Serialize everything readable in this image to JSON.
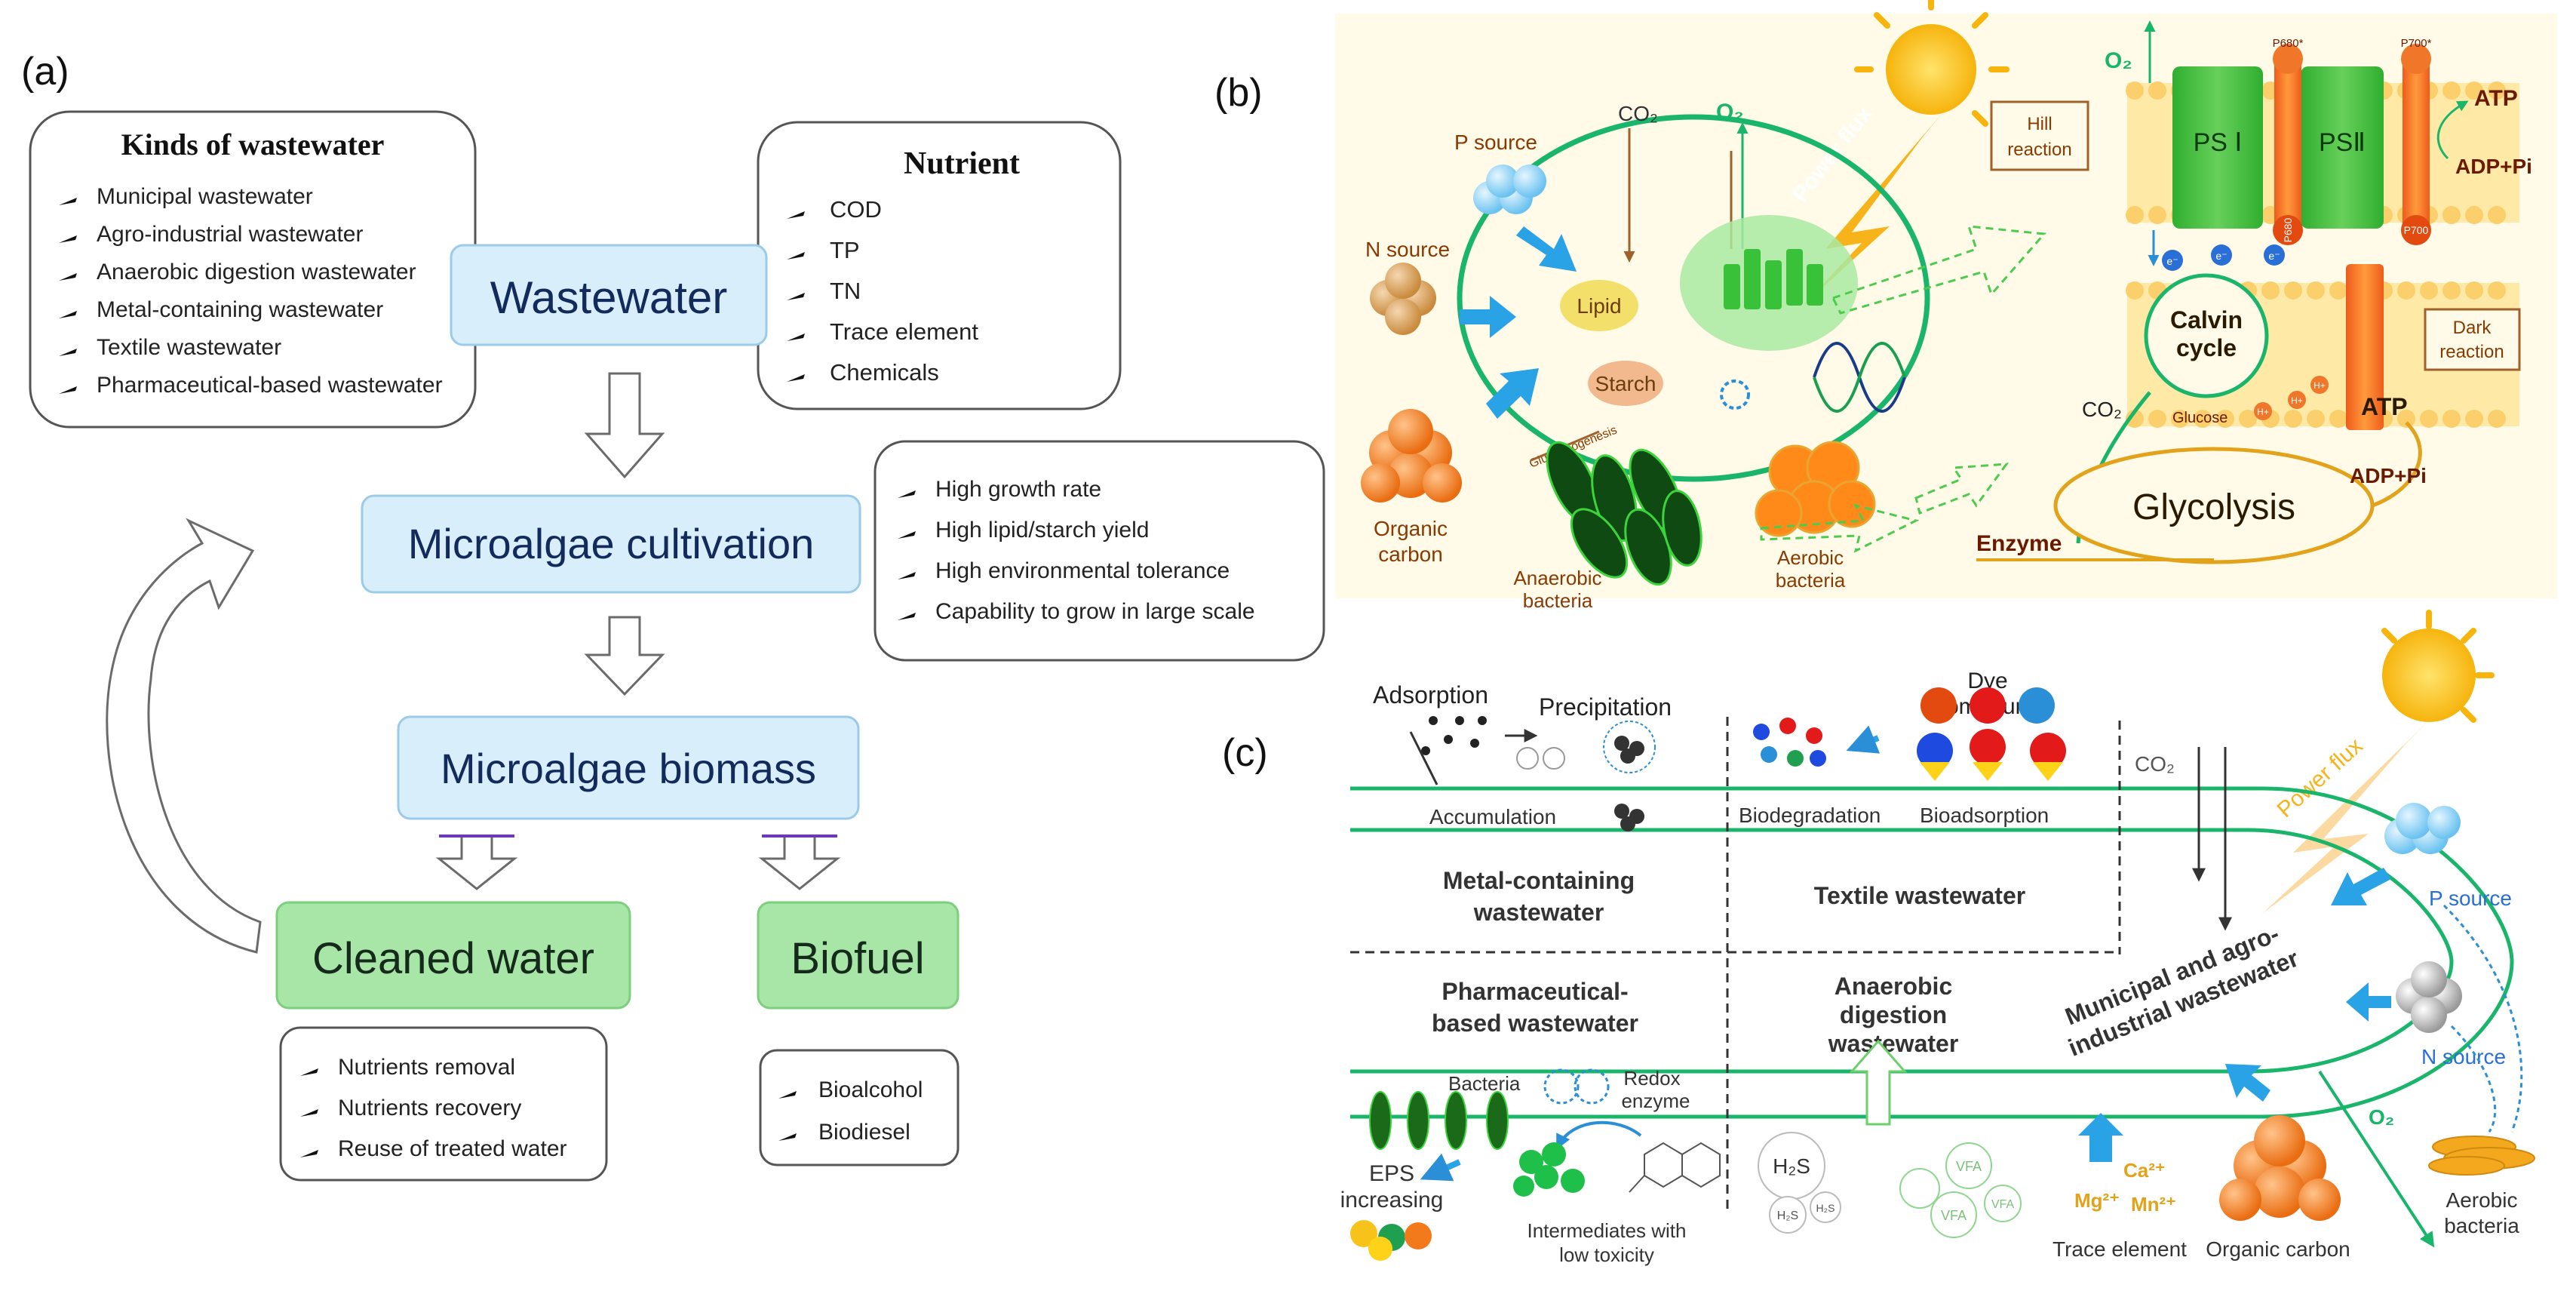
{
  "panel_a": {
    "label": "(a)",
    "kinds": {
      "title": "Kinds of wastewater",
      "items": [
        "Municipal wastewater",
        "Agro-industrial wastewater",
        "Anaerobic digestion wastewater",
        "Metal-containing wastewater",
        "Textile wastewater",
        "Pharmaceutical-based wastewater"
      ]
    },
    "nutrient": {
      "title": "Nutrient",
      "items": [
        "COD",
        "TP",
        "TN",
        "Trace element",
        "Chemicals"
      ]
    },
    "wastewater": "Wastewater",
    "cultivation": "Microalgae cultivation",
    "traits": [
      "High growth rate",
      "High lipid/starch yield",
      "High environmental tolerance",
      "Capability to grow in large scale"
    ],
    "biomass": "Microalgae biomass",
    "cleaned_water": "Cleaned water",
    "biofuel": "Biofuel",
    "water_uses": [
      "Nutrients removal",
      "Nutrients recovery",
      "Reuse of treated water"
    ],
    "fuel_types": [
      "Bioalcohol",
      "Biodiesel"
    ]
  },
  "panel_b": {
    "label": "(b)",
    "p_source": "P source",
    "n_source": "N source",
    "organic_carbon": [
      "Organic",
      "carbon"
    ],
    "co2_top": "CO₂",
    "o2_top": "O₂",
    "power_flux": "Power flux",
    "lipid": "Lipid",
    "starch": "Starch",
    "gluconeogenesis": "Gluconeogenesis",
    "anaerobic": [
      "Anaerobic",
      "bacteria"
    ],
    "aerobic": [
      "Aerobic",
      "bacteria"
    ],
    "hill": [
      "Hill",
      "reaction"
    ],
    "o2_right": "O₂",
    "ps1": "PS Ⅰ",
    "ps2": "PSⅡ",
    "p680s": "P680*",
    "p700s": "P700*",
    "p680": "P680",
    "p700": "P700",
    "atp": "ATP",
    "adp": "ADP+Pi",
    "electron": "e⁻",
    "calvin": [
      "Calvin",
      "cycle"
    ],
    "dark": [
      "Dark",
      "reaction"
    ],
    "co2_mid": "CO₂",
    "glucose": "Glucose",
    "hplus": "H+",
    "glycolysis": "Glycolysis",
    "atp2": "ATP",
    "adp2": "ADP+Pi",
    "enzyme": "Enzyme"
  },
  "panel_c": {
    "label": "(c)",
    "adsorption": "Adsorption",
    "precipitation": "Precipitation",
    "accumulation": "Accumulation",
    "dye": [
      "Dye",
      "compound"
    ],
    "biodegradation": "Biodegradation",
    "bioadsorption": "Bioadsorption",
    "co2": "CO₂",
    "power_flux": "Power flux",
    "metal": [
      "Metal-containing",
      "wastewater"
    ],
    "textile": "Textile wastewater",
    "pharma": [
      "Pharmaceutical-",
      "based wastewater"
    ],
    "anaerobic_dig": [
      "Anaerobic",
      "digestion",
      "wastewater"
    ],
    "municipal": [
      "Municipal and agro-",
      "industrial wastewater"
    ],
    "p_source": "P source",
    "n_source": "N source",
    "o2": "O₂",
    "bacteria": "Bacteria",
    "redox": [
      "Redox",
      "enzyme"
    ],
    "eps": [
      "EPS",
      "increasing"
    ],
    "intermediates": [
      "Intermediates with",
      "low toxicity"
    ],
    "h2s": "H₂S",
    "h2s_small": [
      "H₂S",
      "H₂S"
    ],
    "vfa": [
      "VFA",
      "VFA",
      "VFA"
    ],
    "ca": "Ca²⁺",
    "mg": "Mg²⁺",
    "mn": "Mn²⁺",
    "trace": "Trace element",
    "organic_carbon": "Organic carbon",
    "aerobic": [
      "Aerobic",
      "bacteria"
    ]
  }
}
